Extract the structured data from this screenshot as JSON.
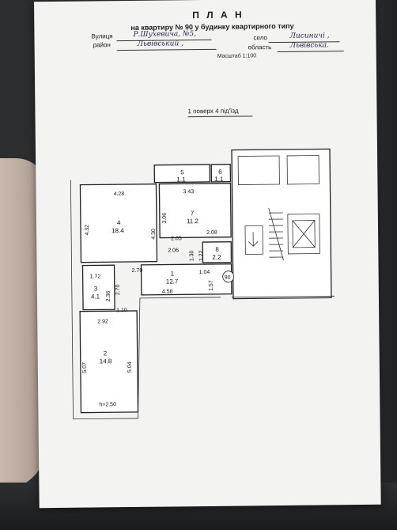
{
  "header": {
    "title": "П Л А Н",
    "line1": "на квартиру  № 90 у  будинку квартирного типу",
    "street_label": "Вулиця",
    "street_value": "Р.Шухевича, №5,",
    "village_label": "село",
    "village_value": "Лисиничі ,",
    "district_label": "район",
    "district_value": "Львівський ,",
    "region_label": "область",
    "region_value": "Львівська.",
    "scale": "Масштаб 1:100"
  },
  "floor_caption": "1 поверх 4 під'їзд",
  "rooms": [
    {
      "num": "1",
      "area": "12.7"
    },
    {
      "num": "2",
      "area": "14.8"
    },
    {
      "num": "3",
      "area": "4.1"
    },
    {
      "num": "4",
      "area": "18.4"
    },
    {
      "num": "5",
      "area": "1.1"
    },
    {
      "num": "6",
      "area": "1.1"
    },
    {
      "num": "7",
      "area": "11.2"
    },
    {
      "num": "8",
      "area": "2.2"
    }
  ],
  "dimensions": {
    "d428": "4.28",
    "d432": "4.32",
    "d430": "4.30",
    "d343": "3.43",
    "d306": "3.06",
    "d205": "2.05",
    "d208": "2.08",
    "d206": "2.06",
    "d130": "1.30",
    "d122": "1.22",
    "d279": "2.79",
    "d104": "1.04",
    "d172": "1.72",
    "d236": "2.36",
    "d270": "2.70",
    "d157": "1.57",
    "d458": "4.58",
    "d110": "1.10",
    "d292": "2.92",
    "d507": "5.07",
    "d504": "5.04"
  },
  "apartment_marker": "90",
  "height_note": "h=2.50"
}
